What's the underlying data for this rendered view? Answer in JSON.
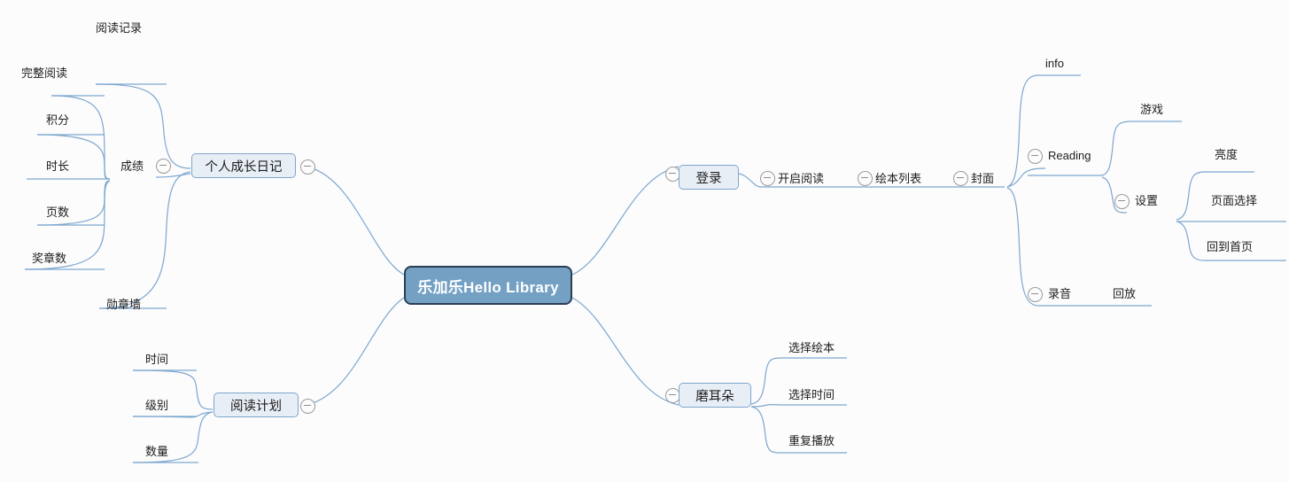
{
  "diagram": {
    "type": "mind-map",
    "title": "乐加乐Hello Library",
    "background_color": "#fcfcfd",
    "link_color": "#7da7ce",
    "root_fill": "#74a0c3",
    "root_border": "#2b3f55",
    "node_fill": "#e8eef5",
    "node_border": "#7fa6cd"
  },
  "root": {
    "label": "乐加乐Hello Library"
  },
  "left": {
    "branch1": {
      "label": "个人成长日记",
      "children": {
        "reading_record": {
          "label": "阅读记录"
        },
        "score": {
          "label": "成绩",
          "children": [
            {
              "label": "完整阅读"
            },
            {
              "label": "积分"
            },
            {
              "label": "时长"
            },
            {
              "label": "页数"
            },
            {
              "label": "奖章数"
            }
          ]
        },
        "medal_wall": {
          "label": "勋章墙"
        }
      }
    },
    "branch2": {
      "label": "阅读计划",
      "children": [
        {
          "label": "时间"
        },
        {
          "label": "级别"
        },
        {
          "label": "数量"
        }
      ]
    }
  },
  "right": {
    "branch1": {
      "label": "登录",
      "chain": [
        {
          "label": "开启阅读"
        },
        {
          "label": "绘本列表"
        },
        {
          "label": "封面"
        }
      ],
      "cover_children": {
        "info": {
          "label": "info"
        },
        "reading": {
          "label": "Reading",
          "children": {
            "game": {
              "label": "游戏"
            },
            "settings": {
              "label": "设置",
              "children": [
                {
                  "label": "亮度"
                },
                {
                  "label": "页面选择"
                },
                {
                  "label": "回到首页"
                }
              ]
            }
          }
        },
        "recording": {
          "label": "录音",
          "children": [
            {
              "label": "回放"
            }
          ]
        }
      }
    },
    "branch2": {
      "label": "磨耳朵",
      "children": [
        {
          "label": "选择绘本"
        },
        {
          "label": "选择时间"
        },
        {
          "label": "重复播放"
        }
      ]
    }
  },
  "icons": {
    "collapse": "minus-circle-icon"
  }
}
